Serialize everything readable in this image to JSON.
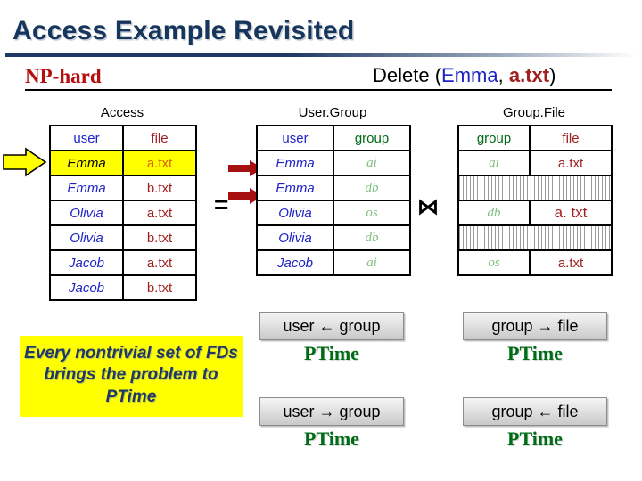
{
  "slide": {
    "title": "Access Example Revisited",
    "complexity_label": "NP-hard",
    "operation": {
      "prefix": "Delete (",
      "user": "Emma",
      "separator": ", ",
      "file": "a.txt",
      "suffix": ")"
    },
    "note": "Every nontrivial set of FDs brings the problem to PTime"
  },
  "operators": {
    "equals": "=",
    "join": "⋈"
  },
  "tables": {
    "access": {
      "caption": "Access",
      "headers": [
        "user",
        "file"
      ],
      "rows": [
        {
          "user": "Emma",
          "file": "a.txt",
          "highlight": true
        },
        {
          "user": "Emma",
          "file": "b.txt",
          "highlight": false
        },
        {
          "user": "Olivia",
          "file": "a.txt",
          "highlight": false
        },
        {
          "user": "Olivia",
          "file": "b.txt",
          "highlight": false
        },
        {
          "user": "Jacob",
          "file": "a.txt",
          "highlight": false
        },
        {
          "user": "Jacob",
          "file": "b.txt",
          "highlight": false
        }
      ]
    },
    "usergroup": {
      "caption": "User.Group",
      "headers": [
        "user",
        "group"
      ],
      "rows": [
        {
          "user": "Emma",
          "group": "ai",
          "marked": true
        },
        {
          "user": "Emma",
          "group": "db",
          "marked": true
        },
        {
          "user": "Olivia",
          "group": "os",
          "marked": false
        },
        {
          "user": "Olivia",
          "group": "db",
          "marked": false
        },
        {
          "user": "Jacob",
          "group": "ai",
          "marked": false
        }
      ]
    },
    "groupfile": {
      "caption": "Group.File",
      "headers": [
        "group",
        "file"
      ],
      "rows": [
        {
          "group": "ai",
          "file": "a.txt",
          "struck": false
        },
        {
          "group": "",
          "file": "",
          "struck": true
        },
        {
          "group": "db",
          "file": "a. txt",
          "struck": false
        },
        {
          "group": "",
          "file": "",
          "struck": true
        },
        {
          "group": "os",
          "file": "a.txt",
          "struck": false
        }
      ]
    }
  },
  "dependencies": [
    {
      "label": "user ← group",
      "complexity": "PTime"
    },
    {
      "label": "user → group",
      "complexity": "PTime"
    },
    {
      "label": "group → file",
      "complexity": "PTime"
    },
    {
      "label": "group ← file",
      "complexity": "PTime"
    }
  ],
  "colors": {
    "title": "#17365D",
    "np_hard": "#B50F0F",
    "user": "#1F23C8",
    "file": "#A02020",
    "group": "#006B16",
    "highlight": "#FFFF00",
    "ptime": "#006B16"
  }
}
